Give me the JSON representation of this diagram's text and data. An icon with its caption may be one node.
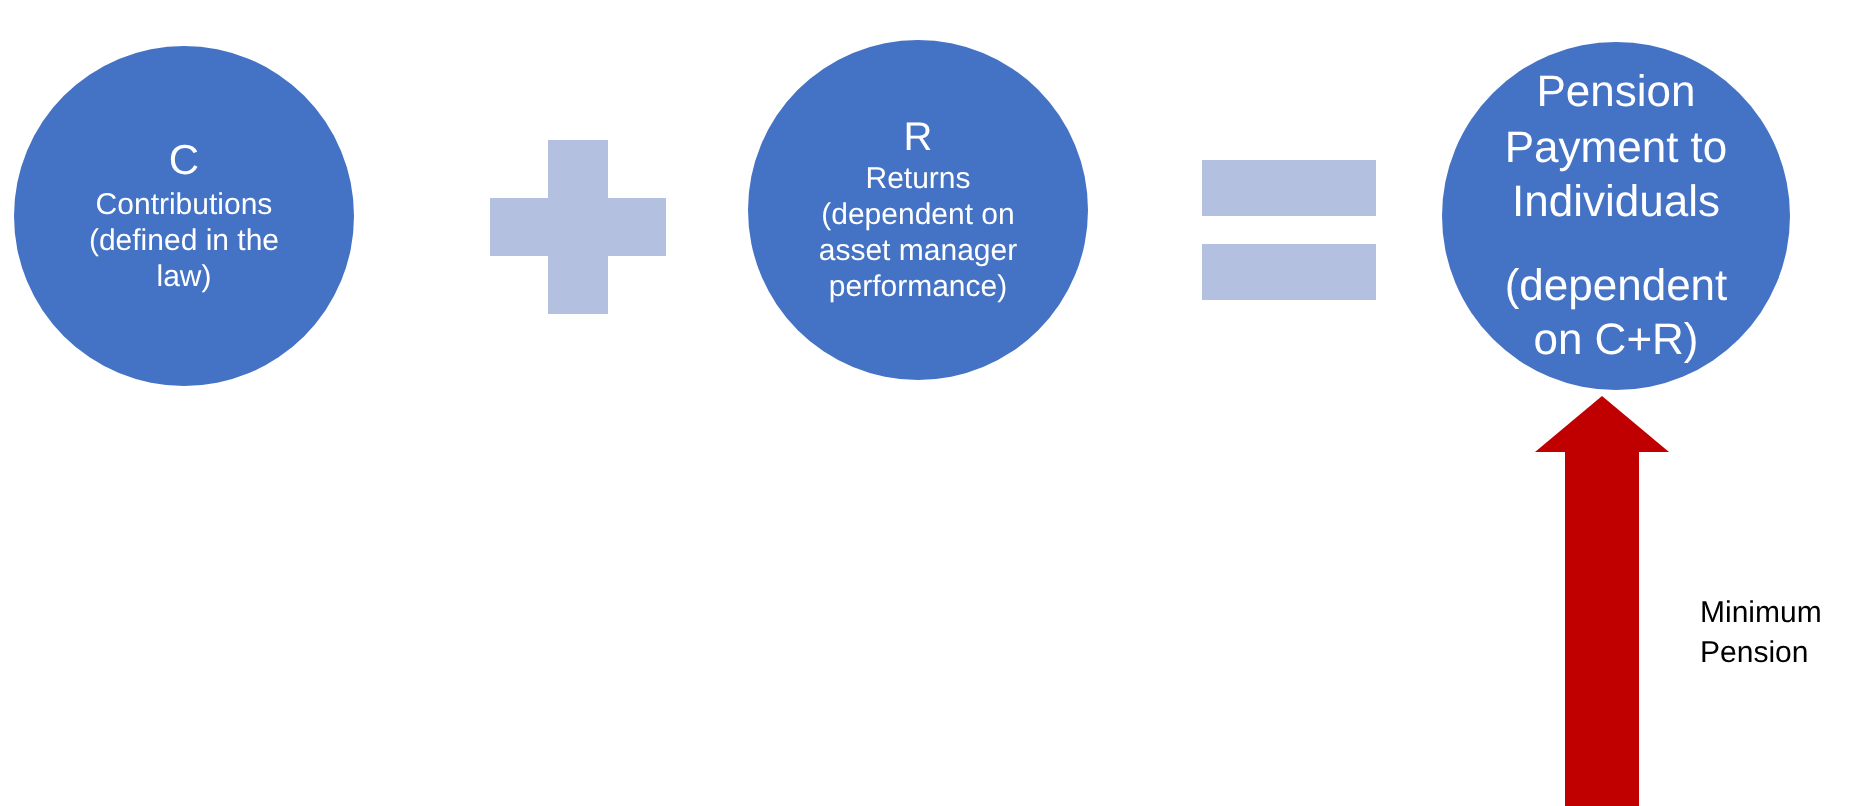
{
  "diagram": {
    "nodes": [
      {
        "text": [
          "C",
          "Contributions (defined in the law)"
        ]
      },
      {
        "text": [
          "R",
          "Returns (dependent on asset manager performance)"
        ]
      },
      {
        "text": [
          "Pension Payment to Individuals",
          "(dependent on C+R)"
        ]
      }
    ],
    "edges": [
      {
        "from": null,
        "to": 2,
        "arrow": "to",
        "label": "Minimum Pension",
        "color": "#c00000"
      }
    ]
  }
}
